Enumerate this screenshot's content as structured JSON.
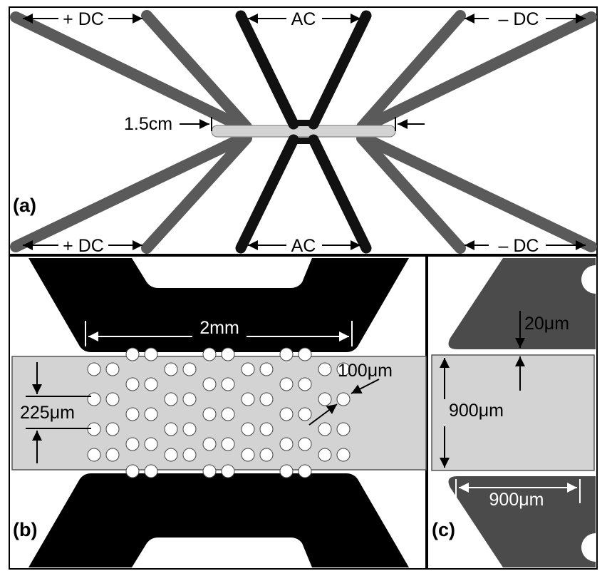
{
  "panel_a": {
    "label": "(a)",
    "top_left": "+ DC",
    "top_center": "AC",
    "top_right": "– DC",
    "bottom_left": "+ DC",
    "bottom_center": "AC",
    "bottom_right": "– DC",
    "length": "1.5cm"
  },
  "panel_b": {
    "label": "(b)",
    "gap_width": "2mm",
    "pitch": "225μm",
    "hole_size": "100μm"
  },
  "panel_c": {
    "label": "(c)",
    "gap": "20μm",
    "height": "900μm",
    "width": "900μm"
  },
  "colors": {
    "dc_rod": "#5a5a5a",
    "ac_rod": "#111111",
    "trap_fill": "#d3d3d3",
    "electrode_dark": "#000000",
    "electrode_gray": "#4b4b4b"
  }
}
